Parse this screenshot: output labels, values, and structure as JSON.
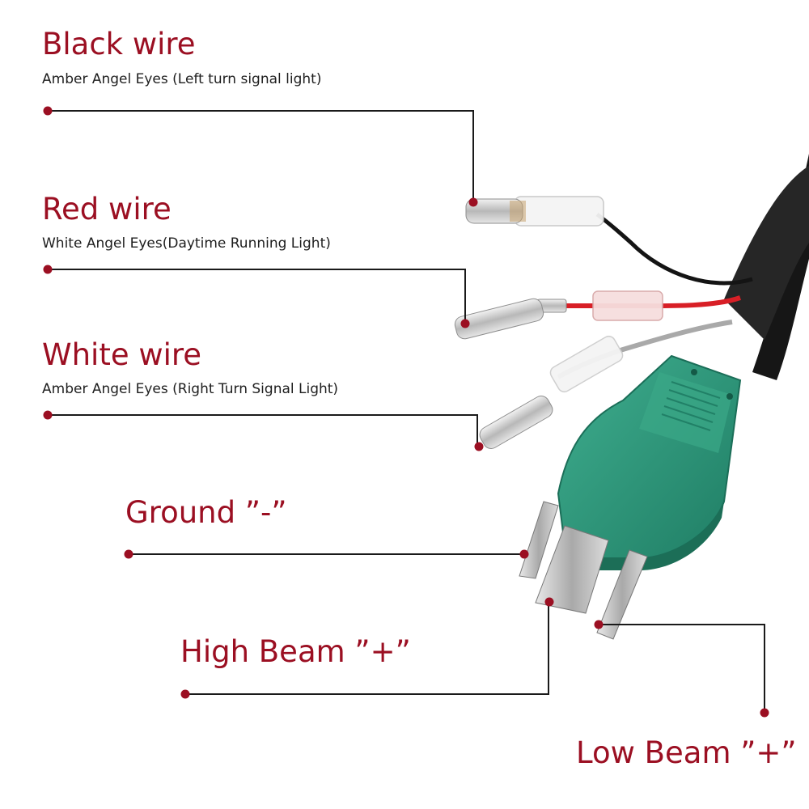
{
  "labels": {
    "black": {
      "title": "Black wire",
      "desc": "Amber Angel Eyes (Left turn signal light)"
    },
    "red": {
      "title": "Red wire",
      "desc": "White Angel Eyes(Daytime Running Light)"
    },
    "white": {
      "title": "White wire",
      "desc": "Amber Angel Eyes (Right Turn Signal Light)"
    },
    "ground": {
      "title": "Ground ”-”"
    },
    "high": {
      "title": "High Beam ”+”"
    },
    "low": {
      "title": "Low Beam ”+”"
    }
  },
  "colors": {
    "label_title": "#9b0f22",
    "label_desc": "#1e1e1e",
    "leader_line": "#1a1a1a",
    "leader_dot": "#9b0f22",
    "plug_body": "#2e9a7e",
    "black_wire": "#141414",
    "red_wire": "#d81f26",
    "white_wire": "#a9a9a9",
    "terminal_metal": "#c9c9c9"
  }
}
